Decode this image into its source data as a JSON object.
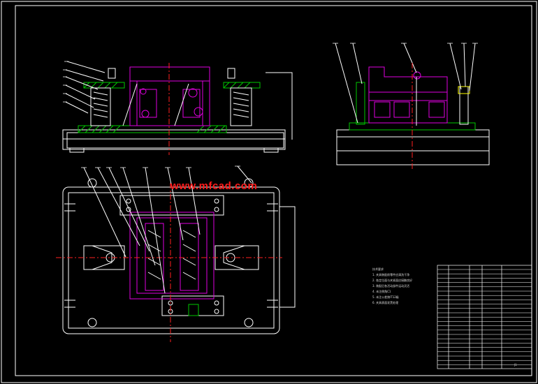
{
  "drawing": {
    "watermark": "www.mfcad.com",
    "colors": {
      "background": "#000000",
      "frame": "#ffffff",
      "part": "#e000e0",
      "hatch": "#00c800",
      "center_line": "#ff2020",
      "leader": "#ffffff",
      "highlight": "#ffff00"
    }
  },
  "tech_notes": {
    "title": "技术要求",
    "items": [
      "1. 夹具装配前零件应清洗干净",
      "2. 各定位面与夹紧面应接触良好",
      "3. 装配后各活动部件运动灵活",
      "4. 未注倒角C1",
      "5. 未注公差按IT12级",
      "6. 夹具表面发黑处理"
    ]
  },
  "title_block": {
    "drawing_no": "J1"
  }
}
